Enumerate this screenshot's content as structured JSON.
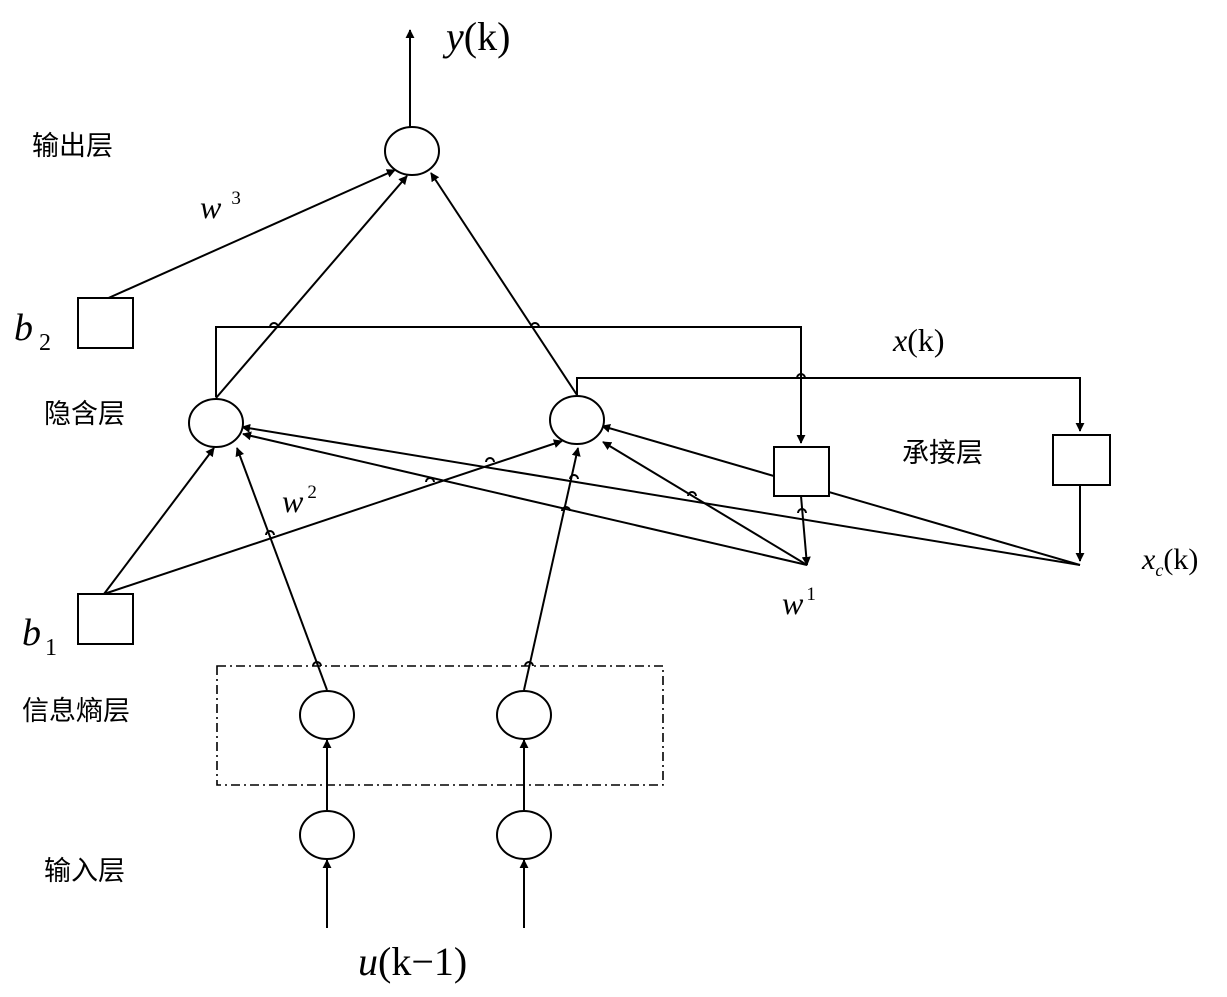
{
  "layers": {
    "output": "输出层",
    "hidden": "隐含层",
    "context": "承接层",
    "entropy": "信息熵层",
    "input": "输入层"
  },
  "symbols": {
    "y_main": "y",
    "y_arg": "(k)",
    "w3_base": "w",
    "w3_sup": "3",
    "w2_base": "w",
    "w2_sup": "2",
    "w1_base": "w",
    "w1_sup": "1",
    "b2_base": "b",
    "b2_sub": "2",
    "b1_base": "b",
    "b1_sub": "1",
    "xk_main": "x",
    "xk_arg": "(k)",
    "xc_main": "x",
    "xc_sub": "c",
    "xc_arg": "(k)",
    "u_main": "u",
    "u_arg": "(k−1)"
  }
}
